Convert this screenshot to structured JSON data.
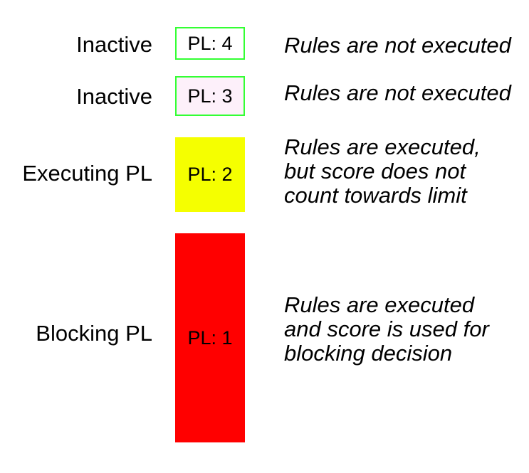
{
  "diagram": {
    "background": "#ffffff",
    "text_color": "#000000",
    "rows": [
      {
        "label": "Inactive",
        "box_label": "PL: 4",
        "box_fill": "#ffffff",
        "box_border": "#33ff33",
        "description": "Rules are not executed"
      },
      {
        "label": "Inactive",
        "box_label": "PL: 3",
        "box_fill": "#fdf0fa",
        "box_border": "#33ff33",
        "description": "Rules are not executed"
      },
      {
        "label": "Executing PL",
        "box_label": "PL: 2",
        "box_fill": "#f5ff00",
        "description_lines": [
          "Rules are executed,",
          "but score does not",
          "count towards limit"
        ]
      },
      {
        "label": "Blocking PL",
        "box_label": "PL: 1",
        "box_fill": "#ff0000",
        "description_lines": [
          "Rules are executed",
          "and score is used for",
          "blocking decision"
        ]
      }
    ]
  }
}
